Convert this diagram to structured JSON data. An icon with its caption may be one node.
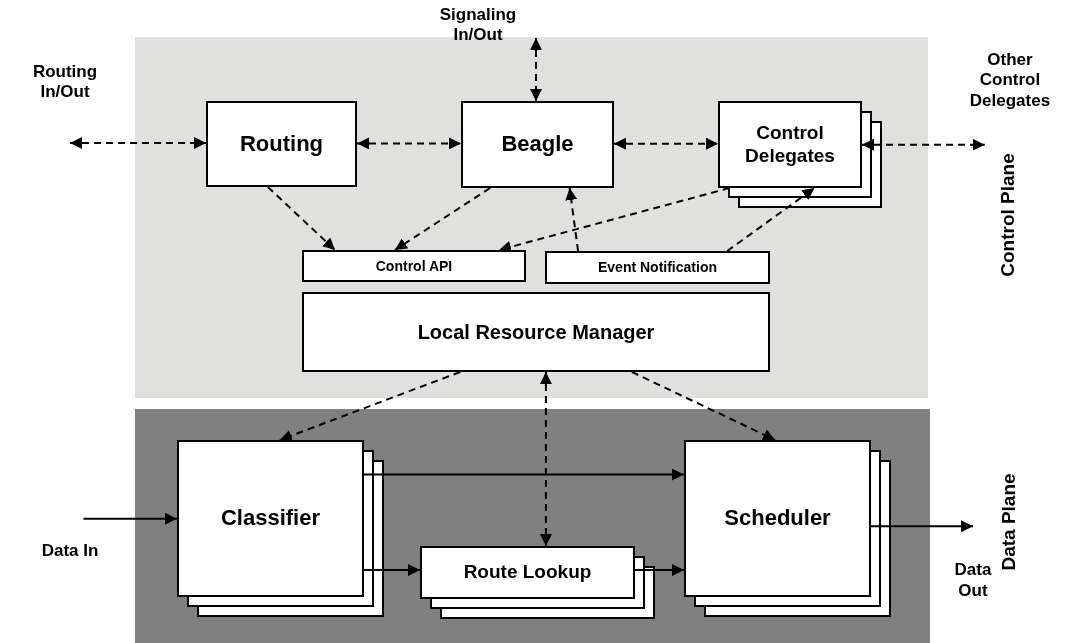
{
  "diagram": {
    "nodes": [
      {
        "text": [
          "Control Plane"
        ]
      },
      {
        "text": [
          "Data Plane"
        ]
      },
      {
        "text": [
          "Routing"
        ],
        "in": 0
      },
      {
        "text": [
          "Beagle"
        ],
        "in": 0
      },
      {
        "text": [
          "Control Delegates"
        ],
        "in": 0
      },
      {
        "text": [
          "Control API"
        ],
        "in": 0
      },
      {
        "text": [
          "Event Notification"
        ],
        "in": 0
      },
      {
        "text": [
          "Local Resource Manager"
        ],
        "in": 0
      },
      {
        "text": [
          "Classifier"
        ],
        "in": 1
      },
      {
        "text": [
          "Route Lookup"
        ],
        "in": 1
      },
      {
        "text": [
          "Scheduler"
        ],
        "in": 1
      },
      {
        "text": [
          "Routing In/Out"
        ]
      },
      {
        "text": [
          "Signaling In/Out"
        ]
      },
      {
        "text": [
          "Other Control Delegates"
        ]
      },
      {
        "text": [
          "Data In"
        ]
      },
      {
        "text": [
          "Data Out"
        ]
      }
    ],
    "edges": [
      {
        "from": 11,
        "to": 2,
        "arrow": "both",
        "style": "dashed"
      },
      {
        "from": 12,
        "to": 3,
        "arrow": "both",
        "style": "dashed"
      },
      {
        "from": 2,
        "to": 3,
        "arrow": "both",
        "style": "dashed"
      },
      {
        "from": 3,
        "to": 4,
        "arrow": "both",
        "style": "dashed"
      },
      {
        "from": 4,
        "to": 13,
        "arrow": "both",
        "style": "dashed"
      },
      {
        "from": 2,
        "to": 5,
        "arrow": "to",
        "style": "dashed"
      },
      {
        "from": 3,
        "to": 5,
        "arrow": "to",
        "style": "dashed"
      },
      {
        "from": 4,
        "to": 5,
        "arrow": "to",
        "style": "dashed"
      },
      {
        "from": 6,
        "to": 3,
        "arrow": "to",
        "style": "dashed"
      },
      {
        "from": 6,
        "to": 4,
        "arrow": "to",
        "style": "dashed"
      },
      {
        "from": 7,
        "to": 8,
        "arrow": "to",
        "style": "dashed"
      },
      {
        "from": 7,
        "to": 9,
        "arrow": "both",
        "style": "dashed"
      },
      {
        "from": 7,
        "to": 10,
        "arrow": "to",
        "style": "dashed"
      },
      {
        "from": 8,
        "to": 10,
        "arrow": "to"
      },
      {
        "from": 8,
        "to": 9,
        "arrow": "to"
      },
      {
        "from": 9,
        "to": 10,
        "arrow": "to"
      },
      {
        "from": 14,
        "to": 8,
        "arrow": "to"
      },
      {
        "from": 10,
        "to": 15,
        "arrow": "to"
      }
    ]
  }
}
